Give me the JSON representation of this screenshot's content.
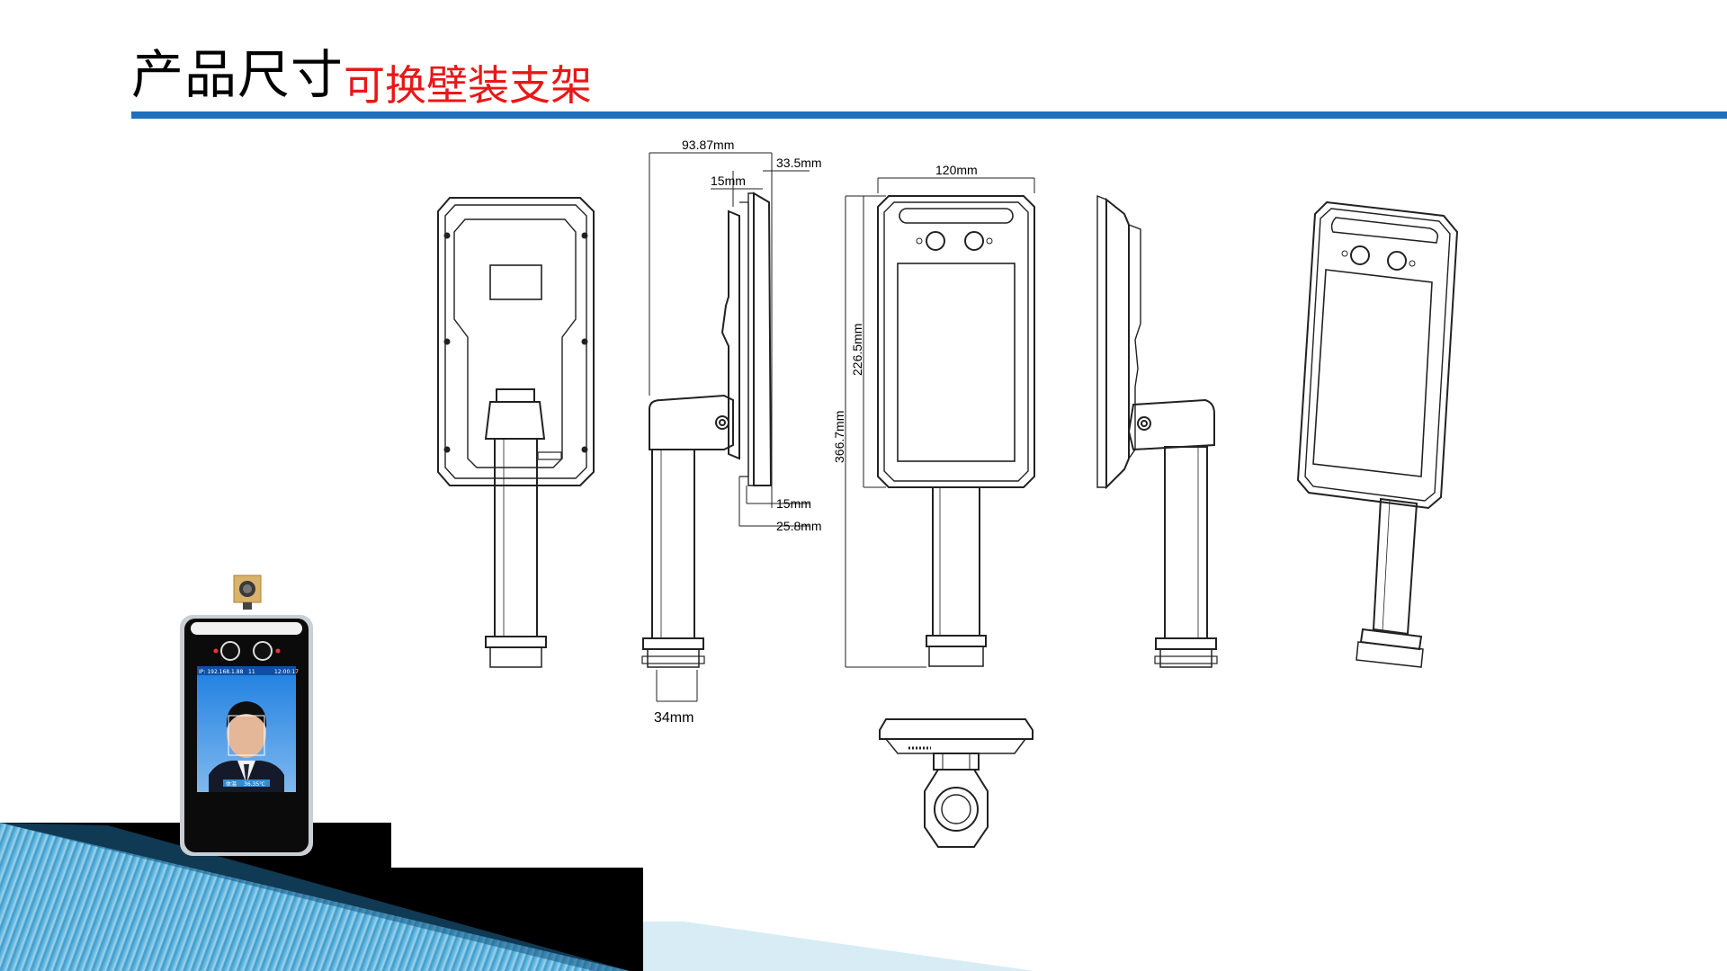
{
  "header": {
    "title": "产品尺寸",
    "subtitle": "可换壁装支架"
  },
  "dimensions": {
    "side_depth_total": "93.87mm",
    "side_depth_a": "33.5mm",
    "side_depth_b": "15mm",
    "side_bottom_a": "15mm",
    "side_bottom_b": "25.8mm",
    "pole_diameter": "34mm",
    "front_width": "120mm",
    "front_height": "226.5mm",
    "total_height": "366.7mm"
  },
  "device_screen": {
    "status_ip": "IP: 192.168.1.88",
    "status_user": "11",
    "status_time": "12:00:17",
    "temp_label": "体温",
    "temp_value": "36.35℃"
  },
  "colors": {
    "accent_blue": "#1f6fbd",
    "subtitle_red": "#e81818"
  }
}
